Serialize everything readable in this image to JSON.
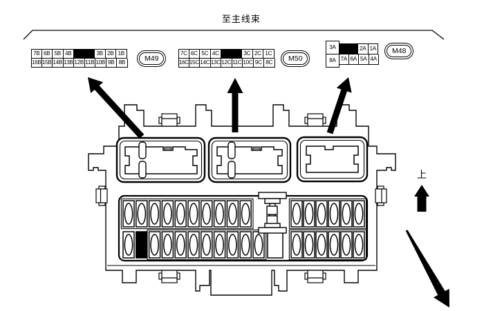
{
  "title": "至主线束",
  "orientation_label": "上",
  "colors": {
    "line": "#000000",
    "background": "#ffffff",
    "blocked_cell": "#000000"
  },
  "connectors": [
    {
      "name": "M49",
      "row1": [
        "7B",
        "6B",
        "5B",
        "4B",
        null,
        "3B",
        "2B",
        "1B"
      ],
      "row2": [
        "16B",
        "15B",
        "14B",
        "13B",
        "12B",
        "11B",
        "10B",
        "9B",
        "8B"
      ]
    },
    {
      "name": "M50",
      "row1": [
        "7C",
        "6C",
        "5C",
        "4C",
        null,
        "3C",
        "2C",
        "1C"
      ],
      "row2": [
        "16C",
        "15C",
        "14C",
        "13C",
        "12C",
        "11C",
        "10C",
        "9C",
        "8C"
      ]
    },
    {
      "name": "M48",
      "col1": [
        "3A",
        "8A"
      ],
      "row1": [
        null,
        "2A",
        "1A"
      ],
      "row2": [
        "7A",
        "6A",
        "5A",
        "4A"
      ]
    }
  ]
}
